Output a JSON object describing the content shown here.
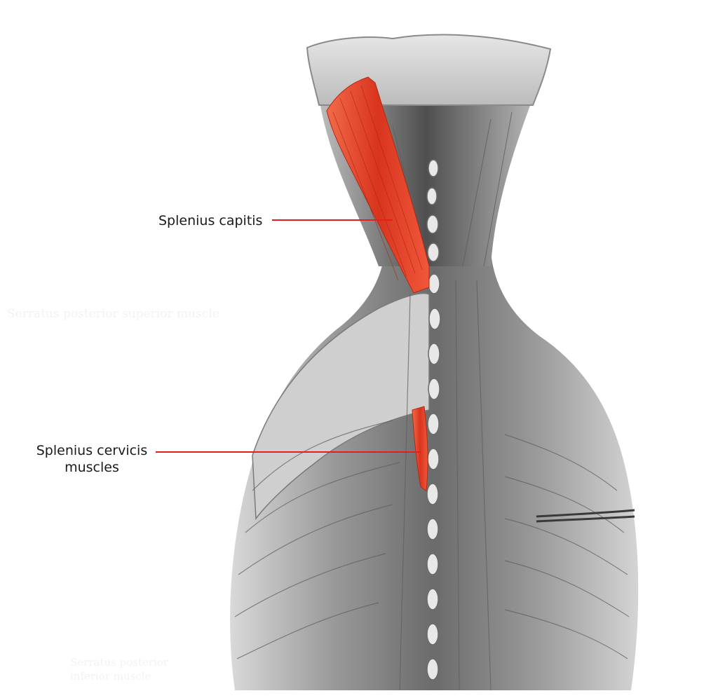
{
  "labels": {
    "splenius_capitis": "Splenius capitis",
    "splenius_cervicis_line1": "Splenius cervicis",
    "splenius_cervicis_line2": "muscles"
  },
  "watermarks": {
    "left_mid": "Serratus posterior superior muscle",
    "bottom_line1": "Serratus posterior",
    "bottom_line2": "inferior muscle"
  },
  "colors": {
    "highlight_muscle": "#e8442a",
    "leader_line": "#e0201e",
    "background": "#ffffff",
    "muscle_gray": "#8a8a8a"
  }
}
